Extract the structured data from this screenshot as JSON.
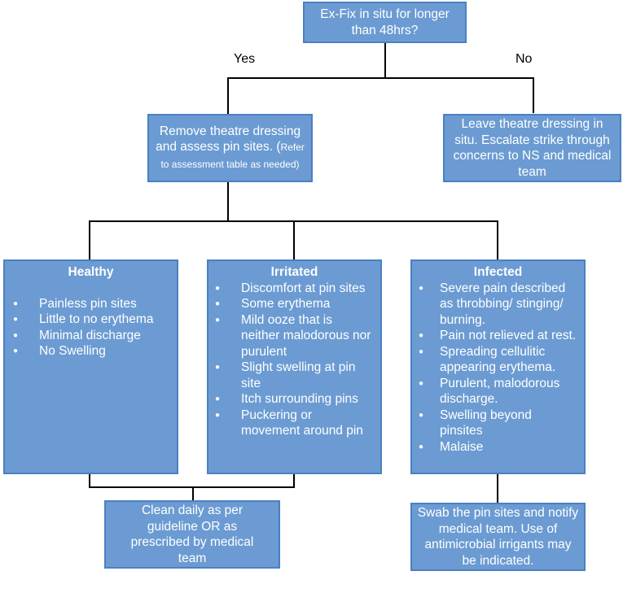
{
  "start": {
    "text": "Ex-Fix in situ for longer than 48hrs?"
  },
  "branch_labels": {
    "yes": "Yes",
    "no": "No"
  },
  "remove": {
    "text": "Remove theatre dressing and assess pin sites. (",
    "note": "Refer to assessment table as needed)"
  },
  "leave": {
    "text": "Leave theatre dressing in situ. Escalate strike through concerns to NS and medical team"
  },
  "healthy": {
    "title": "Healthy",
    "items": [
      "Painless pin sites",
      "Little to no erythema",
      "Minimal discharge",
      "No Swelling"
    ]
  },
  "irritated": {
    "title": "Irritated",
    "items": [
      "Discomfort at pin sites",
      "Some erythema",
      "Mild ooze that is neither malodorous nor purulent",
      "Slight swelling at pin site",
      "Itch surrounding pins",
      "Puckering or movement around pin"
    ]
  },
  "infected": {
    "title": "Infected",
    "items": [
      "Severe pain described as throbbing/ stinging/ burning.",
      "Pain not relieved at rest.",
      "Spreading cellulitic appearing erythema.",
      "Purulent, malodorous discharge.",
      "Swelling beyond pinsites",
      "Malaise"
    ]
  },
  "clean": {
    "text": "Clean daily as per guideline OR as prescribed by medical team"
  },
  "swab": {
    "text": "Swab the pin sites and notify medical team. Use of antimicrobial irrigants may be indicated."
  }
}
